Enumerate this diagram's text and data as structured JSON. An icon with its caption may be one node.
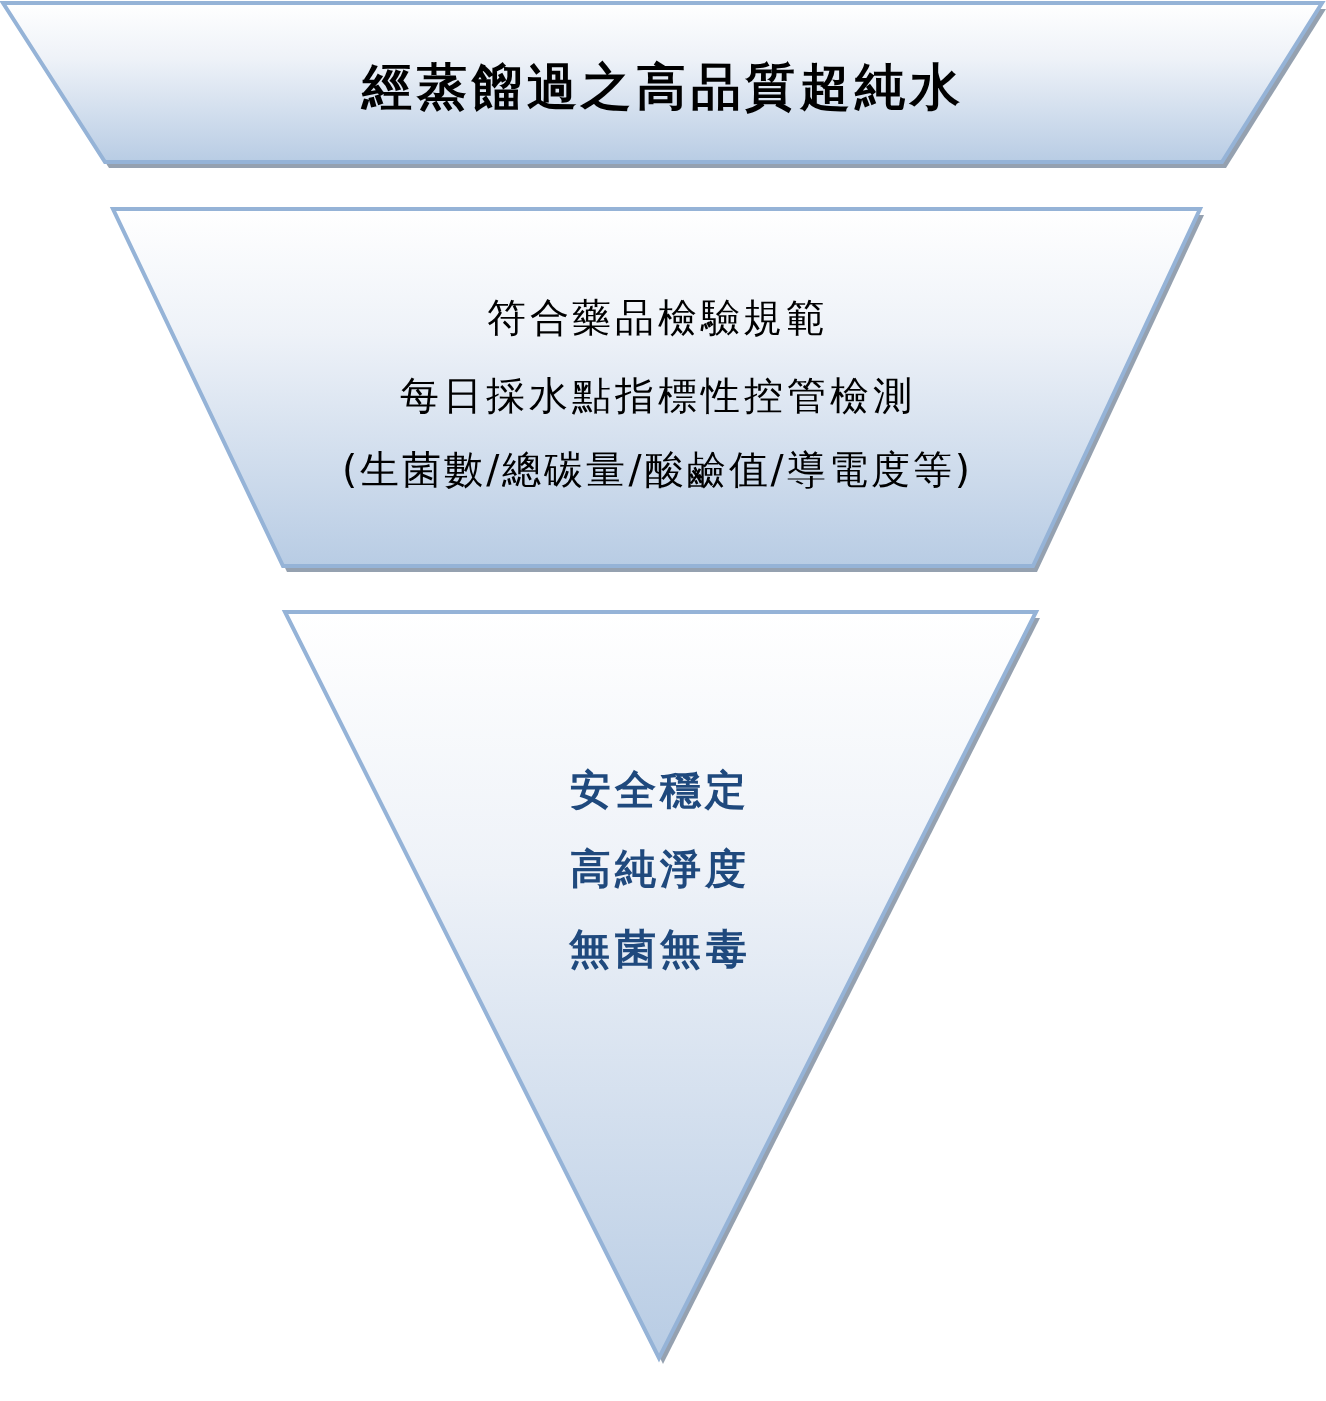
{
  "diagram": {
    "nodes": [
      {
        "text": [
          "經蒸餾過之高品質超純水"
        ]
      },
      {
        "text": [
          "符合藥品檢驗規範",
          "每日採水點指標性控管檢測",
          "(生菌數/總碳量/酸鹼值/導電度等)"
        ]
      },
      {
        "text": [
          "安全穩定",
          "高純淨度",
          "無菌無毒"
        ]
      }
    ]
  }
}
